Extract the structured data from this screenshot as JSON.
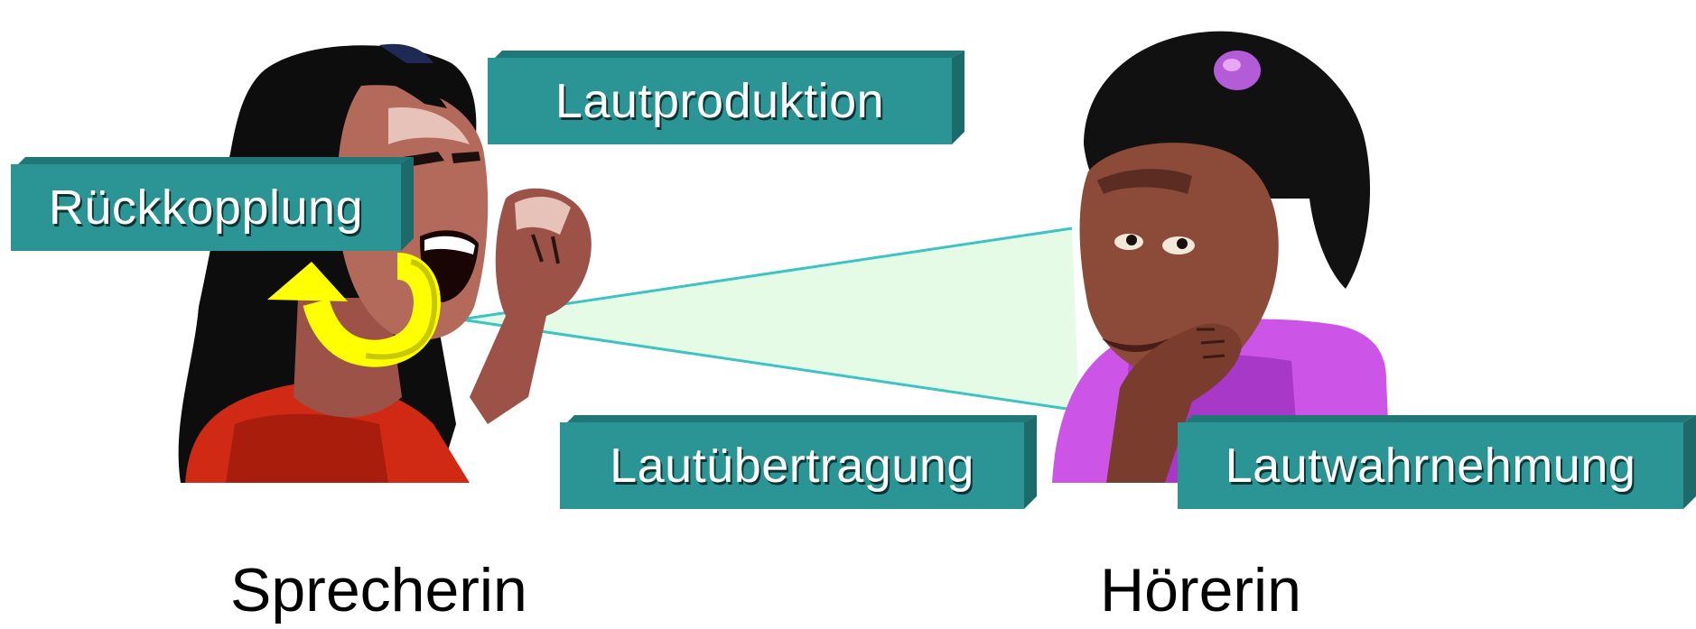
{
  "boxes": {
    "lautproduktion": "Lautproduktion",
    "rueckkopplung": "Rückkopplung",
    "lautuebertragung": "Lautübertragung",
    "lautwahrnehmung": "Lautwahrnehmung"
  },
  "captions": {
    "speaker": "Sprecherin",
    "listener": "Hörerin"
  },
  "colors": {
    "box_face": "#2a9594",
    "feedback_arrow": "#ffff00",
    "beam_fill": "#e6fbe6",
    "beam_line": "#3cc4c4",
    "speaker_shirt": "#d02a14",
    "listener_shirt": "#cc55e8"
  }
}
